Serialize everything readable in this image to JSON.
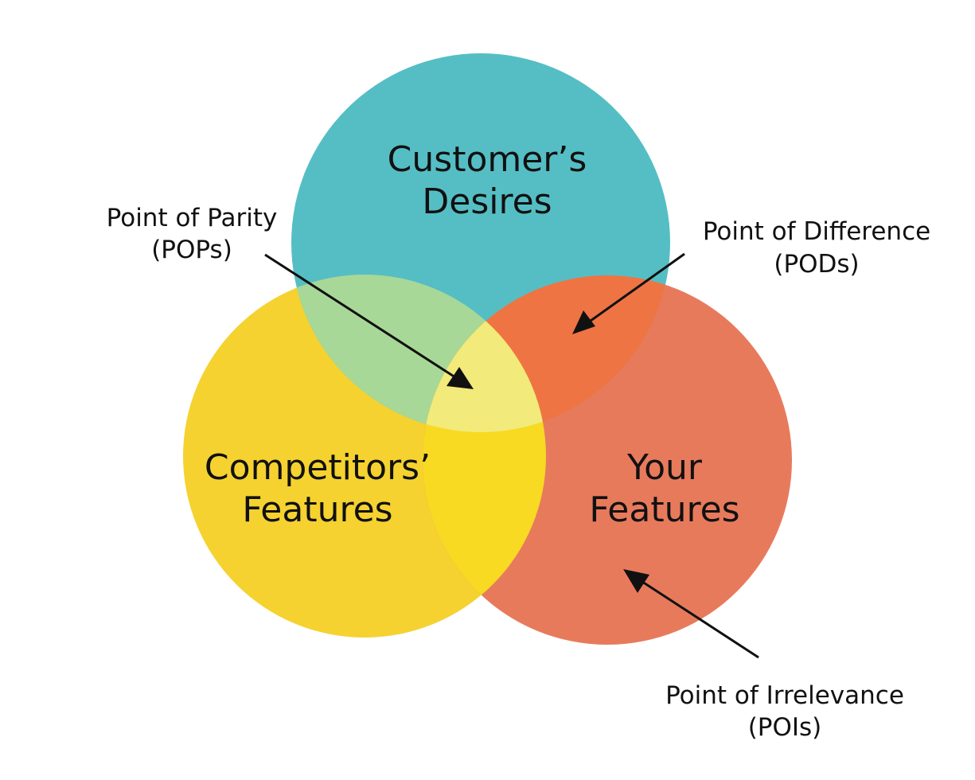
{
  "circles": {
    "customers_desires": {
      "line1": "Customer’s",
      "line2": "Desires",
      "color": "#55BEC4"
    },
    "competitors_features": {
      "line1": "Competitors’",
      "line2": "Features",
      "color": "#F5D230"
    },
    "your_features": {
      "line1": "Your",
      "line2": "Features",
      "color": "#E87A5C"
    }
  },
  "overlaps": {
    "desires_competitors": "#A8D897",
    "desires_yours": "#EF7444",
    "competitors_yours": "#F8DA22",
    "center": "#F2EA7A"
  },
  "callouts": {
    "parity": {
      "line1": "Point of Parity",
      "line2": "(POPs)"
    },
    "difference": {
      "line1": "Point of Difference",
      "line2": "(PODs)"
    },
    "irrelevance": {
      "line1": "Point of Irrelevance",
      "line2": "(POIs)"
    }
  }
}
